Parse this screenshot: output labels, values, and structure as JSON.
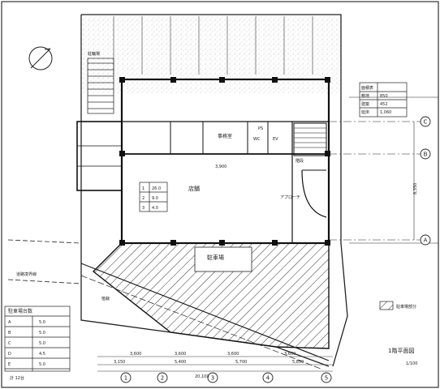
{
  "drawing": {
    "room_main": "店舗",
    "room_hatched_1": "駐車場",
    "room_office": "事務室",
    "room_wc": "WC",
    "room_ev": "EV",
    "room_stair": "階段",
    "label_ps": "PS",
    "label_approach": "アプローチ",
    "label_parking_left": "駐輪場",
    "label_planting": "植栽",
    "label_road_left": "道路境界線",
    "legend_hatch_text": "駐車場部分",
    "title_block_text": "1階平面図",
    "scale_text": "1/100",
    "dims_bottom_upper": [
      "3,600",
      "3,600",
      "3,600",
      "3,600"
    ],
    "dims_bottom_lower": [
      "3,150",
      "5,400",
      "5,700",
      "5,850"
    ],
    "dim_total": "20,100",
    "dim_right": "8,350",
    "dim_center": "3,900",
    "grid_bottom": [
      "1",
      "2",
      "3",
      "4",
      "5"
    ],
    "grid_right": [
      "C",
      "B",
      "A"
    ],
    "table_left_title": "駐車場台数",
    "table_left_rows": [
      [
        "A",
        "5.0"
      ],
      [
        "B",
        "5.0"
      ],
      [
        "C",
        "5.0"
      ],
      [
        "D",
        "4.5"
      ],
      [
        "E",
        "5.0"
      ]
    ],
    "table_right_title": "面積表",
    "table_right_rows": [
      [
        "敷地",
        "850"
      ],
      [
        "建築",
        "452"
      ],
      [
        "延床",
        "1,060"
      ]
    ],
    "table_center_rows": [
      [
        "1",
        "26.0"
      ],
      [
        "2",
        "9.0"
      ],
      [
        "3",
        "4.0"
      ]
    ],
    "note_bottom_left": "計 12台"
  }
}
